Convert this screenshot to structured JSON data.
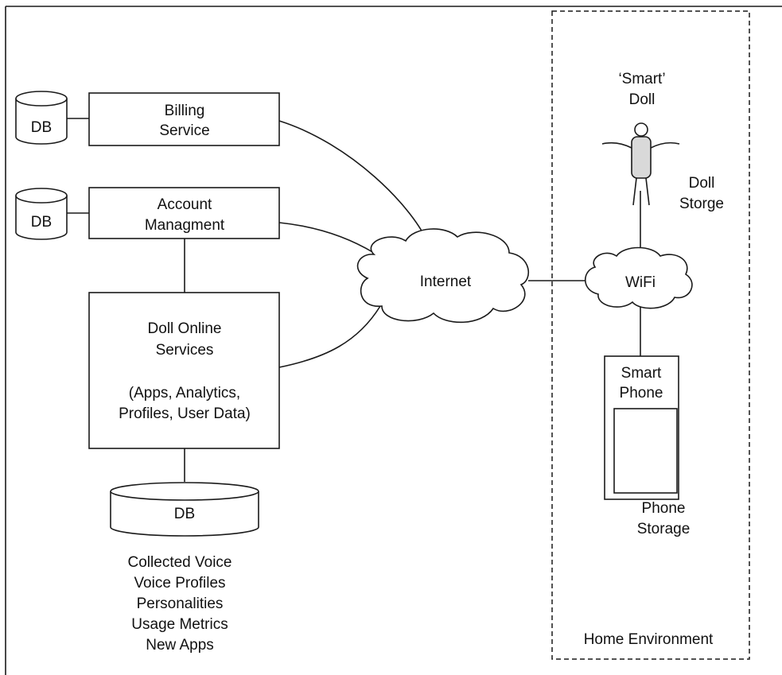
{
  "colors": {
    "stroke": "#1a1a1a",
    "doll_fill": "#d9d9d9",
    "background": "#ffffff"
  },
  "databases": {
    "billing_db": "DB",
    "account_db": "DB",
    "main_db": "DB"
  },
  "services": {
    "billing": [
      "Billing",
      "Service"
    ],
    "account": [
      "Account",
      "Managment"
    ],
    "doll_online": [
      "Doll Online",
      "Services",
      "",
      "(Apps, Analytics,",
      "Profiles, User Data)"
    ]
  },
  "main_db_contents": [
    "Collected Voice",
    "Voice Profiles",
    "Personalities",
    "Usage Metrics",
    "New Apps"
  ],
  "network": {
    "internet": "Internet",
    "wifi": "WiFi"
  },
  "home": {
    "label": "Home Environment",
    "doll": [
      "‘Smart’",
      "Doll"
    ],
    "doll_storage": [
      "Doll",
      "Storge"
    ],
    "phone": [
      "Smart",
      "Phone"
    ],
    "phone_storage": [
      "Phone",
      "Storage"
    ]
  }
}
